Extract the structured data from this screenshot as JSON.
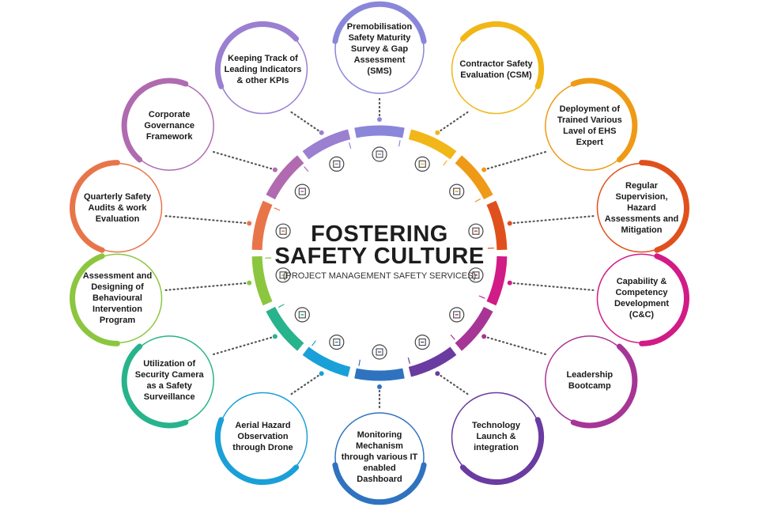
{
  "center": {
    "title_line1": "FOSTERING",
    "title_line2": "SAFETY CULTURE",
    "subtitle": "(PROJECT MANAGEMENT SAFETY SERVICES)"
  },
  "items": [
    {
      "label": "Premobilisation Safety Maturity Survey & Gap Assessment (SMS)",
      "color": "#8a86d9",
      "icon": "checklist-icon"
    },
    {
      "label": "Contractor Safety Evaluation (CSM)",
      "color": "#f1b618",
      "icon": "handshake-icon"
    },
    {
      "label": "Deployment of Trained Various Lavel of EHS Expert",
      "color": "#ef9a16",
      "icon": "safety-worker-icon"
    },
    {
      "label": "Regular Supervision, Hazard Assessments and Mitigation",
      "color": "#e0501d",
      "icon": "inspection-report-icon"
    },
    {
      "label": "Capability & Competency Development (C&C)",
      "color": "#d11b87",
      "icon": "training-icon"
    },
    {
      "label": "Leadership Bootcamp",
      "color": "#a63596",
      "icon": "team-leader-icon"
    },
    {
      "label": "Technology Launch & integration",
      "color": "#6a3ba1",
      "icon": "target-touch-icon"
    },
    {
      "label": "Monitoring Mechanism through various IT enabled Dashboard",
      "color": "#2f73c0",
      "icon": "dashboard-monitor-icon"
    },
    {
      "label": "Aerial Hazard Observation through Drone",
      "color": "#1aa0d8",
      "icon": "drone-icon"
    },
    {
      "label": "Utilization of Security Camera as a Safety Surveillance",
      "color": "#27b38b",
      "icon": "security-camera-icon"
    },
    {
      "label": "Assessment and Designing of Behavioural Intervention Program",
      "color": "#8cc63f",
      "icon": "behaviour-head-icon"
    },
    {
      "label": "Quarterly Safety Audits & work Evaluation",
      "color": "#e8754a",
      "icon": "audit-clipboard-icon"
    },
    {
      "label": "Corporate Governance Framework",
      "color": "#b06ab0",
      "icon": "corporate-building-icon"
    },
    {
      "label": "Keeping Track of Leading Indicators & other KPIs",
      "color": "#9b7fd0",
      "icon": "kpi-gauge-icon"
    }
  ]
}
